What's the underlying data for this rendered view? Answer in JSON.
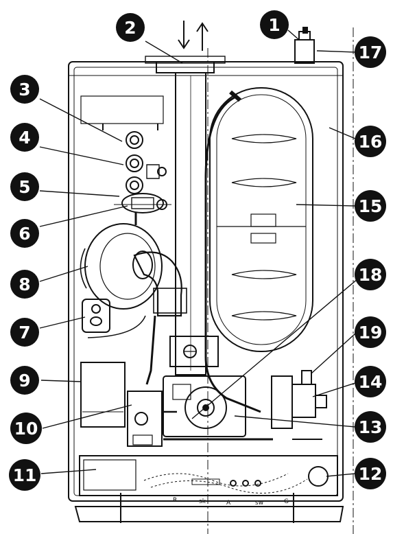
{
  "callouts": [
    {
      "id": "c1",
      "number": "1"
    },
    {
      "id": "c2",
      "number": "2"
    },
    {
      "id": "c3",
      "number": "3"
    },
    {
      "id": "c4",
      "number": "4"
    },
    {
      "id": "c5",
      "number": "5"
    },
    {
      "id": "c6",
      "number": "6"
    },
    {
      "id": "c7",
      "number": "7"
    },
    {
      "id": "c8",
      "number": "8"
    },
    {
      "id": "c9",
      "number": "9"
    },
    {
      "id": "c10",
      "number": "10"
    },
    {
      "id": "c11",
      "number": "11"
    },
    {
      "id": "c12",
      "number": "12"
    },
    {
      "id": "c13",
      "number": "13"
    },
    {
      "id": "c14",
      "number": "14"
    },
    {
      "id": "c15",
      "number": "15"
    },
    {
      "id": "c16",
      "number": "16"
    },
    {
      "id": "c17",
      "number": "17"
    },
    {
      "id": "c18",
      "number": "18"
    },
    {
      "id": "c19",
      "number": "19"
    }
  ],
  "panel_labels": {
    "r": "R",
    "sk": "sk",
    "a": "A",
    "sw": "sw",
    "g": "G"
  }
}
